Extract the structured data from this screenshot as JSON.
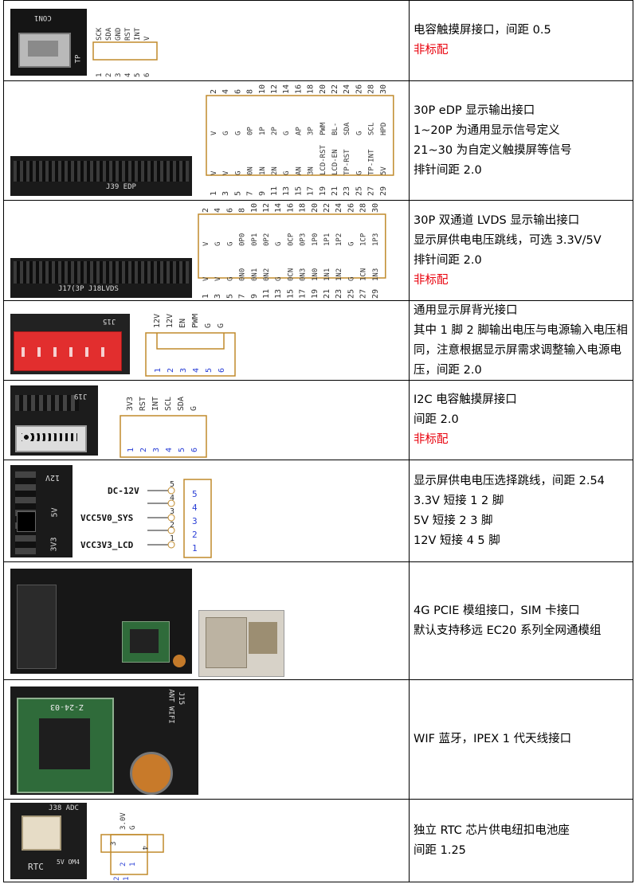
{
  "rows": [
    {
      "desc": [
        "电容触摸屏接口，间距 0.5"
      ],
      "note": "非标配",
      "photo_labels": {
        "silk_top": "CON1",
        "silk_side": "TP"
      },
      "signals": [
        "SCK",
        "SDA",
        "GND",
        "RST",
        "INT",
        "V"
      ],
      "pins": [
        "1",
        "2",
        "3",
        "4",
        "5",
        "6"
      ]
    },
    {
      "desc": [
        "30P eDP 显示输出接口",
        "1~20P 为通用显示信号定义",
        "21~30 为自定义触摸屏等信号",
        "排针间距 2.0"
      ],
      "photo_labels": {
        "silk": "J39 EDP"
      },
      "top_signals": [
        "V",
        "G",
        "G",
        "0P",
        "1P",
        "2P",
        "G",
        "AP",
        "3P",
        "PWM",
        "BL-",
        "SDA",
        "G",
        "SCL",
        "HPD"
      ],
      "bot_signals": [
        "V",
        "V",
        "G",
        "0N",
        "1N",
        "2N",
        "G",
        "AN",
        "3N",
        "LCD-RST",
        "LCD-EN",
        "TP-RST",
        "G",
        "TP-INT",
        "5V"
      ],
      "top_pins": [
        "2",
        "4",
        "6",
        "8",
        "10",
        "12",
        "14",
        "16",
        "18",
        "20",
        "22",
        "24",
        "26",
        "28",
        "30"
      ],
      "bot_pins": [
        "1",
        "3",
        "5",
        "7",
        "9",
        "11",
        "13",
        "15",
        "17",
        "19",
        "21",
        "23",
        "25",
        "27",
        "29"
      ]
    },
    {
      "desc": [
        "30P  双通道 LVDS 显示输出接口",
        "显示屏供电电压跳线，可选 3.3V/5V",
        "排针间距 2.0"
      ],
      "note": "非标配",
      "photo_labels": {
        "silk": "J17(3P J18LVDS"
      },
      "top_signals": [
        "V",
        "G",
        "G",
        "0P0",
        "0P1",
        "0P2",
        "G",
        "0CP",
        "0P3",
        "1P0",
        "1P1",
        "1P2",
        "G",
        "1CP",
        "1P3"
      ],
      "bot_signals": [
        "V",
        "V",
        "G",
        "0N0",
        "0N1",
        "0N2",
        "G",
        "0CN",
        "0N3",
        "1N0",
        "1N1",
        "1N2",
        "G",
        "1CN",
        "1N3"
      ],
      "top_pins": [
        "2",
        "4",
        "6",
        "8",
        "10",
        "12",
        "14",
        "16",
        "18",
        "20",
        "22",
        "24",
        "26",
        "28",
        "30"
      ],
      "bot_pins": [
        "1",
        "3",
        "5",
        "7",
        "9",
        "11",
        "13",
        "15",
        "17",
        "19",
        "21",
        "23",
        "25",
        "27",
        "29"
      ]
    },
    {
      "desc": [
        "通用显示屏背光接口",
        "其中 1 脚 2 脚输出电压与电源输入电压相同，注意根据显示屏需求调整输入电源电压，间距 2.0"
      ],
      "photo_labels": {
        "silk": "J15"
      },
      "signals": [
        "12V",
        "12V",
        "EN",
        "PWM",
        "G",
        "G"
      ],
      "pins": [
        "1",
        "2",
        "3",
        "4",
        "5",
        "6"
      ]
    },
    {
      "desc": [
        "I2C 电容触摸屏接口",
        "间距 2.0"
      ],
      "note": "非标配",
      "photo_labels": {
        "silk": "J19"
      },
      "signals": [
        "3V3",
        "RST",
        "INT",
        "SCL",
        "SDA",
        "G"
      ],
      "pins": [
        "1",
        "2",
        "3",
        "4",
        "5",
        "6"
      ]
    },
    {
      "desc": [
        "显示屏供电电压选择跳线，间距 2.54",
        "3.3V  短接 1 2 脚",
        "5V    短接 2 3 脚",
        "12V  短接 4 5 脚"
      ],
      "photo_labels": {
        "silk_top": "12V",
        "silk_mid": "5V",
        "silk_bot": "3V3"
      },
      "nets": [
        "DC-12V",
        "VCC5V0_SYS",
        "VCC3V3_LCD"
      ],
      "pins": [
        "5",
        "4",
        "3",
        "2",
        "1"
      ]
    },
    {
      "desc": [
        "4G PCIE 模组接口，SIM 卡接口",
        "默认支持移远 EC20 系列全网通模组"
      ]
    },
    {
      "desc": [
        "WIF 蓝牙，IPEX 1 代天线接口"
      ],
      "photo_labels": {
        "ant": "ANT WIFI",
        "module": "Z-24-03",
        "silk": "J15"
      }
    },
    {
      "desc": [
        "独立 RTC 芯片供电纽扣电池座",
        "间距 1.25"
      ],
      "photo_labels": {
        "silk_top": "J38 ADC",
        "silk_bot": "RTC",
        "silk_side": "5V OM4"
      },
      "signals": [
        "3.0V",
        "G"
      ],
      "pins": [
        "1",
        "2",
        "3",
        "4"
      ]
    }
  ],
  "colors": {
    "note_red": "#e8000b",
    "pin_blue": "#2a3fd6",
    "pin_outline": "#c08a2b",
    "board": "#1c1c1c"
  }
}
